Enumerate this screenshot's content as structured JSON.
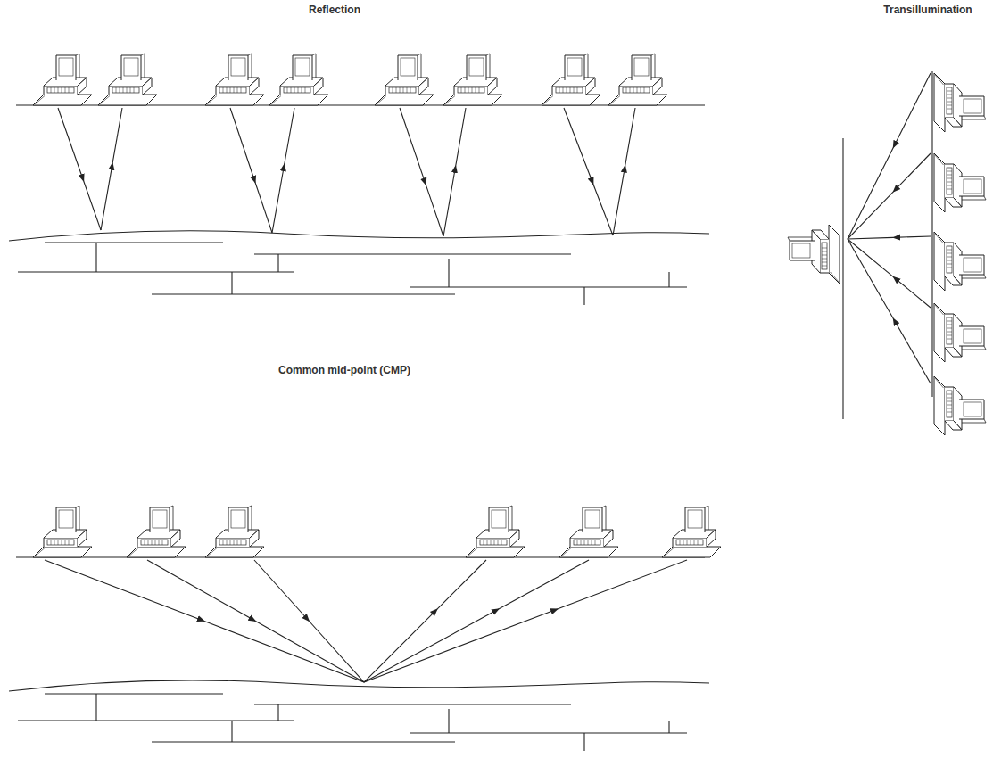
{
  "diagram": {
    "labels": [
      "Reflection",
      "Transillumination",
      "Common mid-point (CMP)"
    ]
  }
}
